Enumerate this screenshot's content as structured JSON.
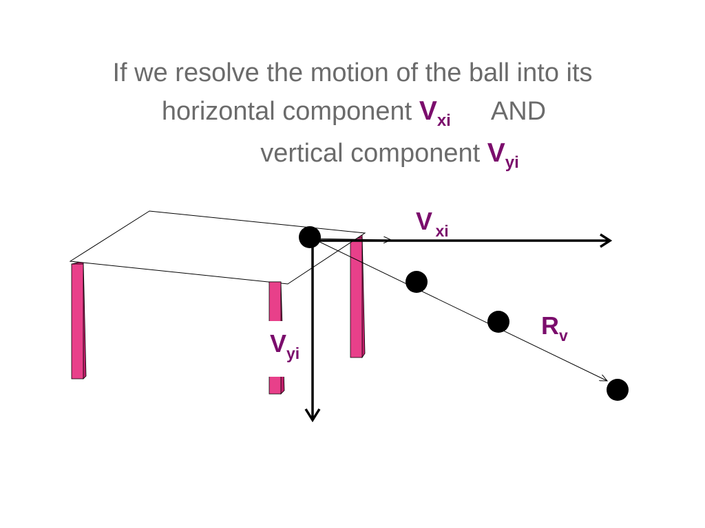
{
  "title": {
    "line1": "If we resolve the motion of the ball into its",
    "line2_text": "horizontal component",
    "line2_v": "V",
    "line2_sub": "xi",
    "line2_and": "AND",
    "line3_text": "vertical component",
    "line3_v": "V",
    "line3_sub": "yi"
  },
  "labels": {
    "vxi": {
      "main": "V",
      "sub": "xi"
    },
    "vyi": {
      "main": "V",
      "sub": "yi"
    },
    "rv": {
      "main": "R",
      "sub": "v"
    }
  },
  "colors": {
    "title_text": "#6b6b6b",
    "accent": "#7b0d6c",
    "table_leg": "#e8408a",
    "table_leg_side": "#c01f6a",
    "ball": "#000000"
  }
}
